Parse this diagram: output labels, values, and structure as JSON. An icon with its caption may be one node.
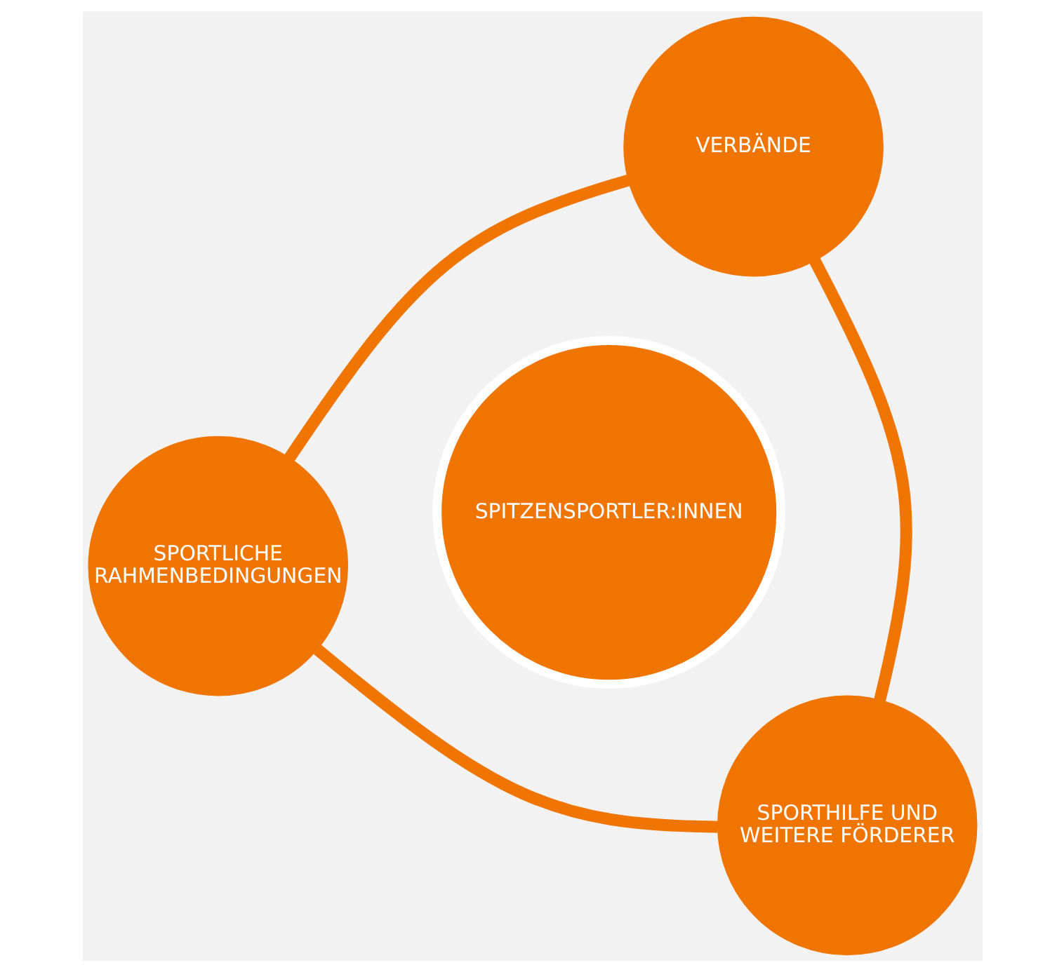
{
  "diagram": {
    "nodes": [
      {
        "text": [
          "SPORTLICHE RAHMENBEDINGUNGEN"
        ]
      },
      {
        "text": [
          "SPITZENSPORTLER:INNEN"
        ]
      },
      {
        "text": [
          "SPORTHILFE UND WEITERE FÖRDERER"
        ]
      },
      {
        "text": [
          "VERBÄNDE"
        ]
      }
    ],
    "edges": [
      {
        "from": 0,
        "to": 2,
        "arrow": "none"
      },
      {
        "from": 0,
        "to": 3,
        "arrow": "none"
      },
      {
        "from": 2,
        "to": 3,
        "arrow": "none"
      }
    ]
  }
}
